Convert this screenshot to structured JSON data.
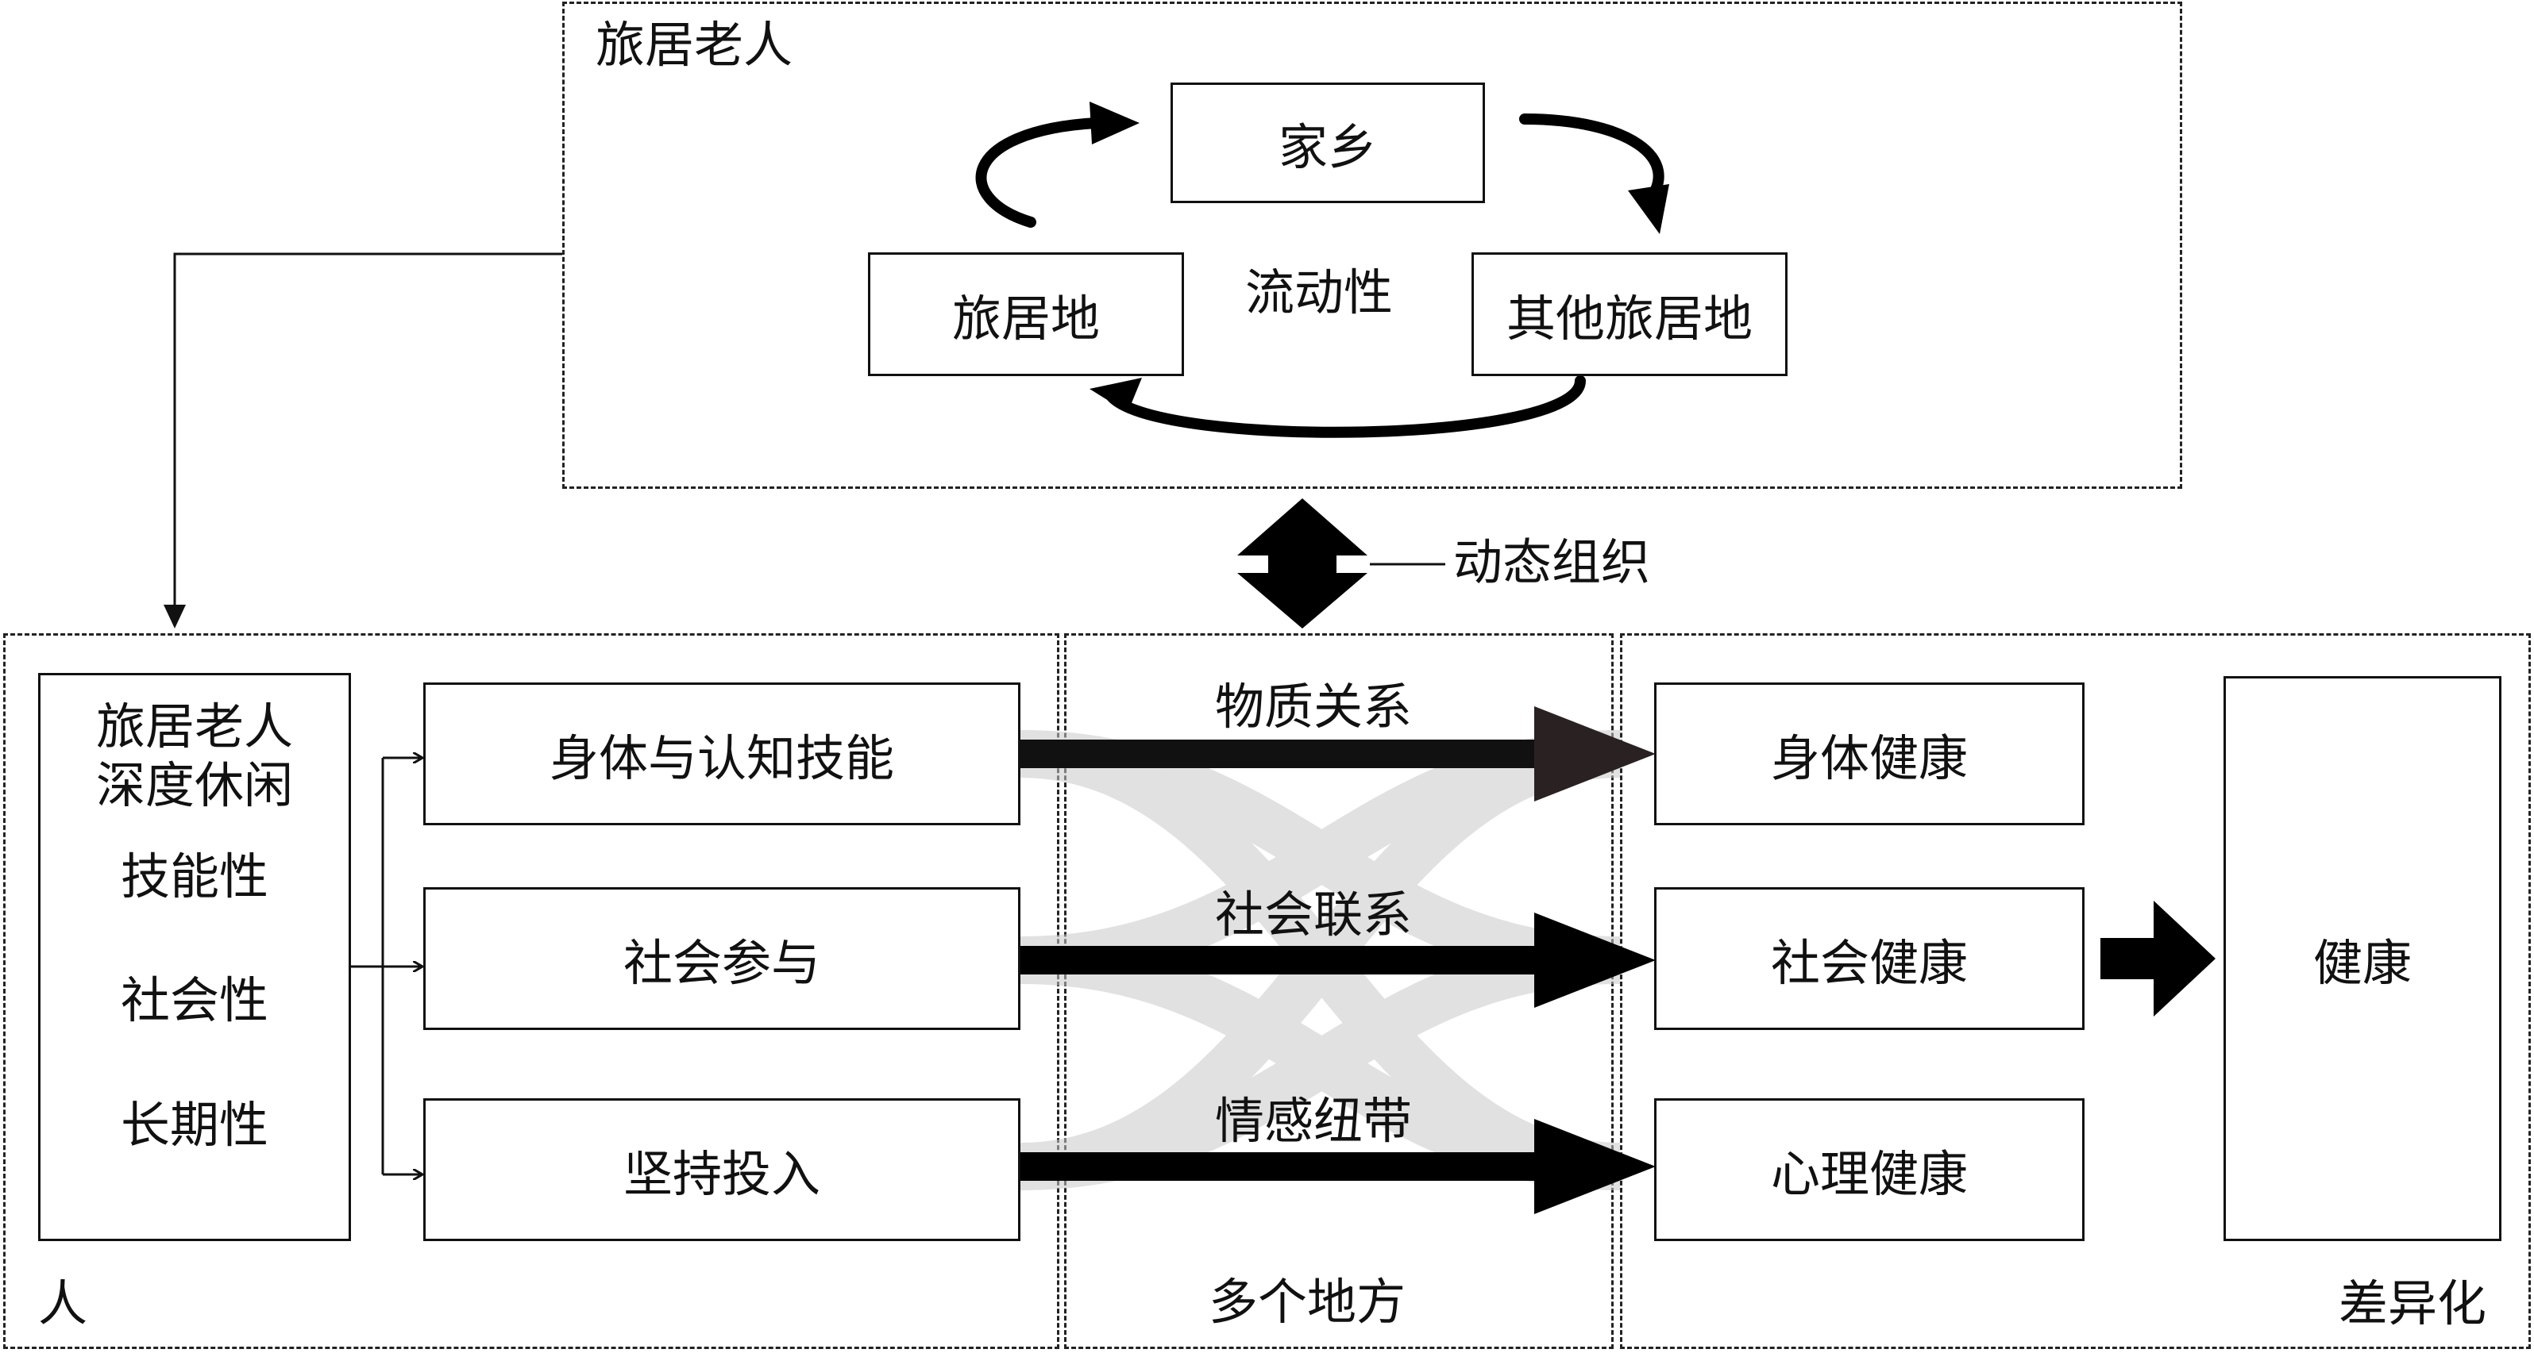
{
  "mobility": {
    "title": "旅居老人",
    "home": "家乡",
    "residence": "旅居地",
    "center": "流动性",
    "other_residence": "其他旅居地"
  },
  "dynamic_org": "动态组织",
  "person": {
    "corner": "人",
    "lines": [
      "旅居老人",
      "深度休闲"
    ],
    "traits": [
      "技能性",
      "社会性",
      "长期性"
    ],
    "factors": [
      "身体与认知技能",
      "社会参与",
      "坚持投入"
    ]
  },
  "places": {
    "corner": "多个地方",
    "relations": [
      "物质关系",
      "社会联系",
      "情感纽带"
    ]
  },
  "health": {
    "corner": "差异化",
    "outcomes": [
      "身体健康",
      "社会健康",
      "心理健康"
    ],
    "overall": "健康"
  }
}
